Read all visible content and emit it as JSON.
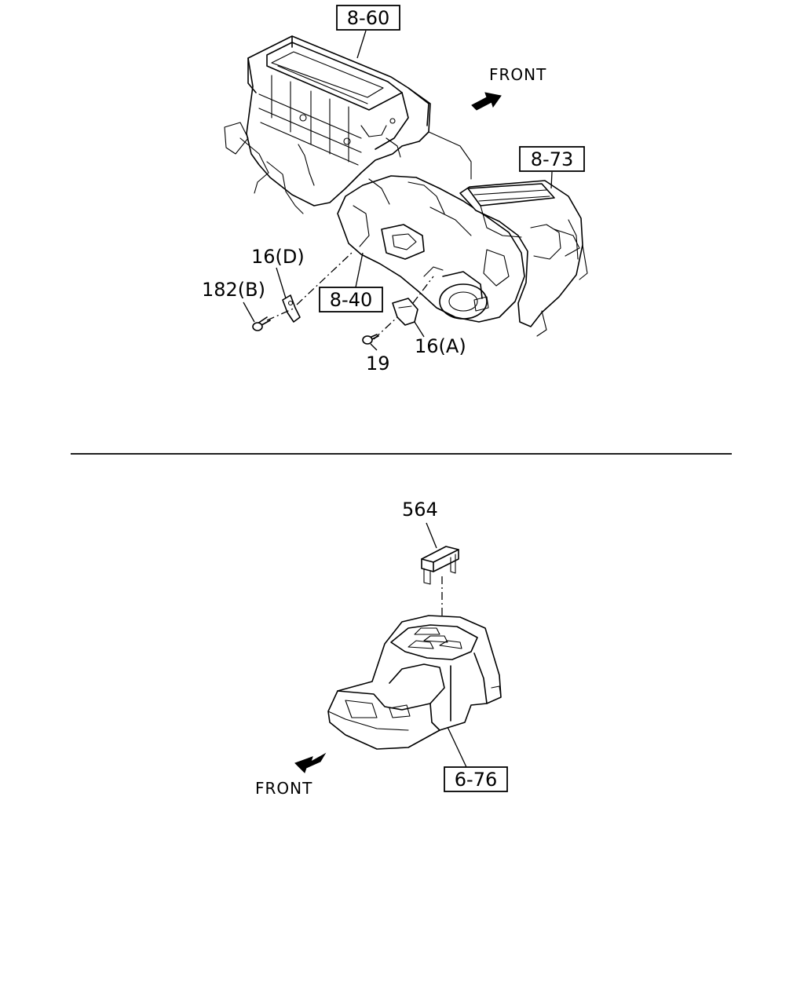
{
  "upper_view": {
    "direction_label": "FRONT",
    "refs": {
      "heater_unit": "8-60",
      "blower_unit": "8-73",
      "evaporator": "8-40"
    },
    "callouts": {
      "bracket_d": "16(D)",
      "screw_b": "182(B)",
      "bracket_a": "16(A)",
      "screw": "19"
    }
  },
  "lower_view": {
    "direction_label": "FRONT",
    "refs": {
      "console": "6-76"
    },
    "callouts": {
      "cover": "564"
    }
  }
}
